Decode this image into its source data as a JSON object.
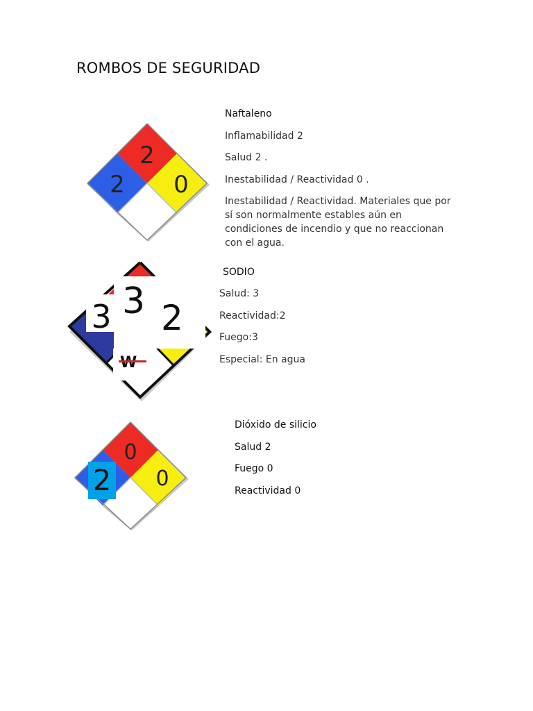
{
  "page": {
    "title": "ROMBOS DE SEGURIDAD"
  },
  "colors": {
    "red": "#ee2a24",
    "blue": "#2d5fe6",
    "blue_dark": "#2f3a9e",
    "yellow": "#f6ee10",
    "white": "#ffffff",
    "cyan": "#00a2e8"
  },
  "sections": [
    {
      "name": "Naftaleno",
      "lines": [
        "Inflamabilidad 2",
        "Salud 2 .",
        "Inestabilidad / Reactividad 0 ."
      ],
      "paragraph": "Inestabilidad / Reactividad. Materiales que por sí son normalmente estables aún en condiciones de incendio y que no reaccionan con el agua.",
      "diamond": {
        "top": "2",
        "left": "2",
        "right": "0",
        "bottom": ""
      }
    },
    {
      "name": "SODIO",
      "lines": [
        "Salud: 3",
        "Reactividad:2",
        "Fuego:3",
        "Especial: En agua"
      ],
      "diamond": {
        "top": "3",
        "left": "3",
        "right": "2",
        "bottom": "W"
      }
    },
    {
      "name": "Dióxido de silicio",
      "lines": [
        "Salud 2",
        "Fuego 0",
        "Reactividad 0"
      ],
      "diamond": {
        "top": "0",
        "left": "2",
        "right": "0",
        "bottom": ""
      }
    }
  ]
}
